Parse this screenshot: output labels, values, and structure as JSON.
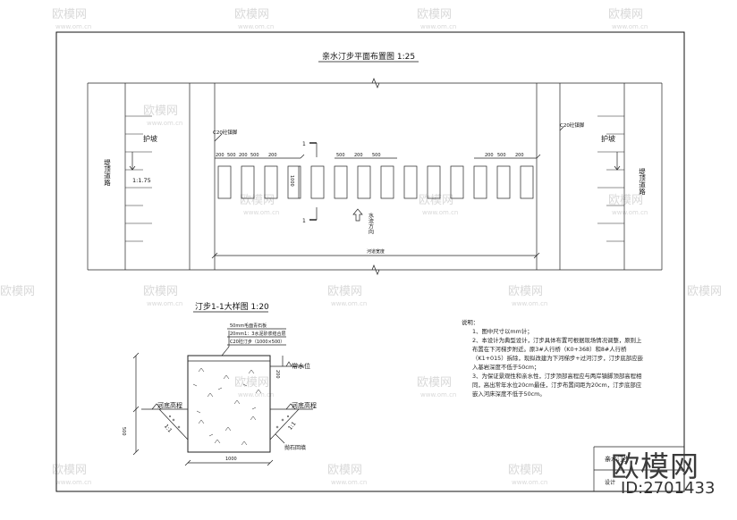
{
  "watermark": {
    "brand": "欧模网",
    "url": "www.om.cn"
  },
  "plan": {
    "title": "亲水汀步平面布置图 1:25",
    "left_road": "堤顶道路",
    "right_road": "堤顶道路",
    "left_slope": "护坡",
    "right_slope": "护坡",
    "slope_ratio": "1:1.75",
    "c20_left": "C20砼镇脚",
    "c20_right": "C20砼镇脚",
    "dim_200": "200",
    "dim_500": "500",
    "dim_1000": "1000",
    "section_mark": "1",
    "flow_label": "水流方向",
    "river_width": "河道宽度"
  },
  "detail": {
    "title": "汀步1-1大样图 1:20",
    "layer1": "50mm毛面青石板",
    "layer2": "20mm1：3水泥砂浆结合层",
    "layer3": "C20砼汀步（1000×500）",
    "water_level": "常水位",
    "bed_left": "河底高程",
    "bed_right": "河底高程",
    "ratio": "1:1",
    "riprap": "抛石回填",
    "dim_200": "200",
    "dim_500": "500",
    "dim_1000": "1000"
  },
  "notes": {
    "heading": "说明：",
    "items": [
      "1、图中尺寸以mm计；",
      "2、本设计为典型设计，汀步具体布置可根据现场情况调整，原则上布置在下河梯步附近。原3#人行桥（K0+368）和8#人行桥（K1+015）拆除，现拟改建为下河梯步+过河汀步，汀步底部应嵌入基岩深度不低于50cm；",
      "3、为保证景观性和亲水性，汀步顶部高程应与两岸镇脚顶部高程相同，高出常年水位20cm最佳，汀步布置间距为20cm，汀步底部应嵌入河床深度不低于50cm。"
    ]
  },
  "title_block": {
    "drawing_name": "亲水汀步",
    "designer": "设计"
  },
  "brand_mark": {
    "name": "欧模网",
    "id": "ID:2701433"
  }
}
